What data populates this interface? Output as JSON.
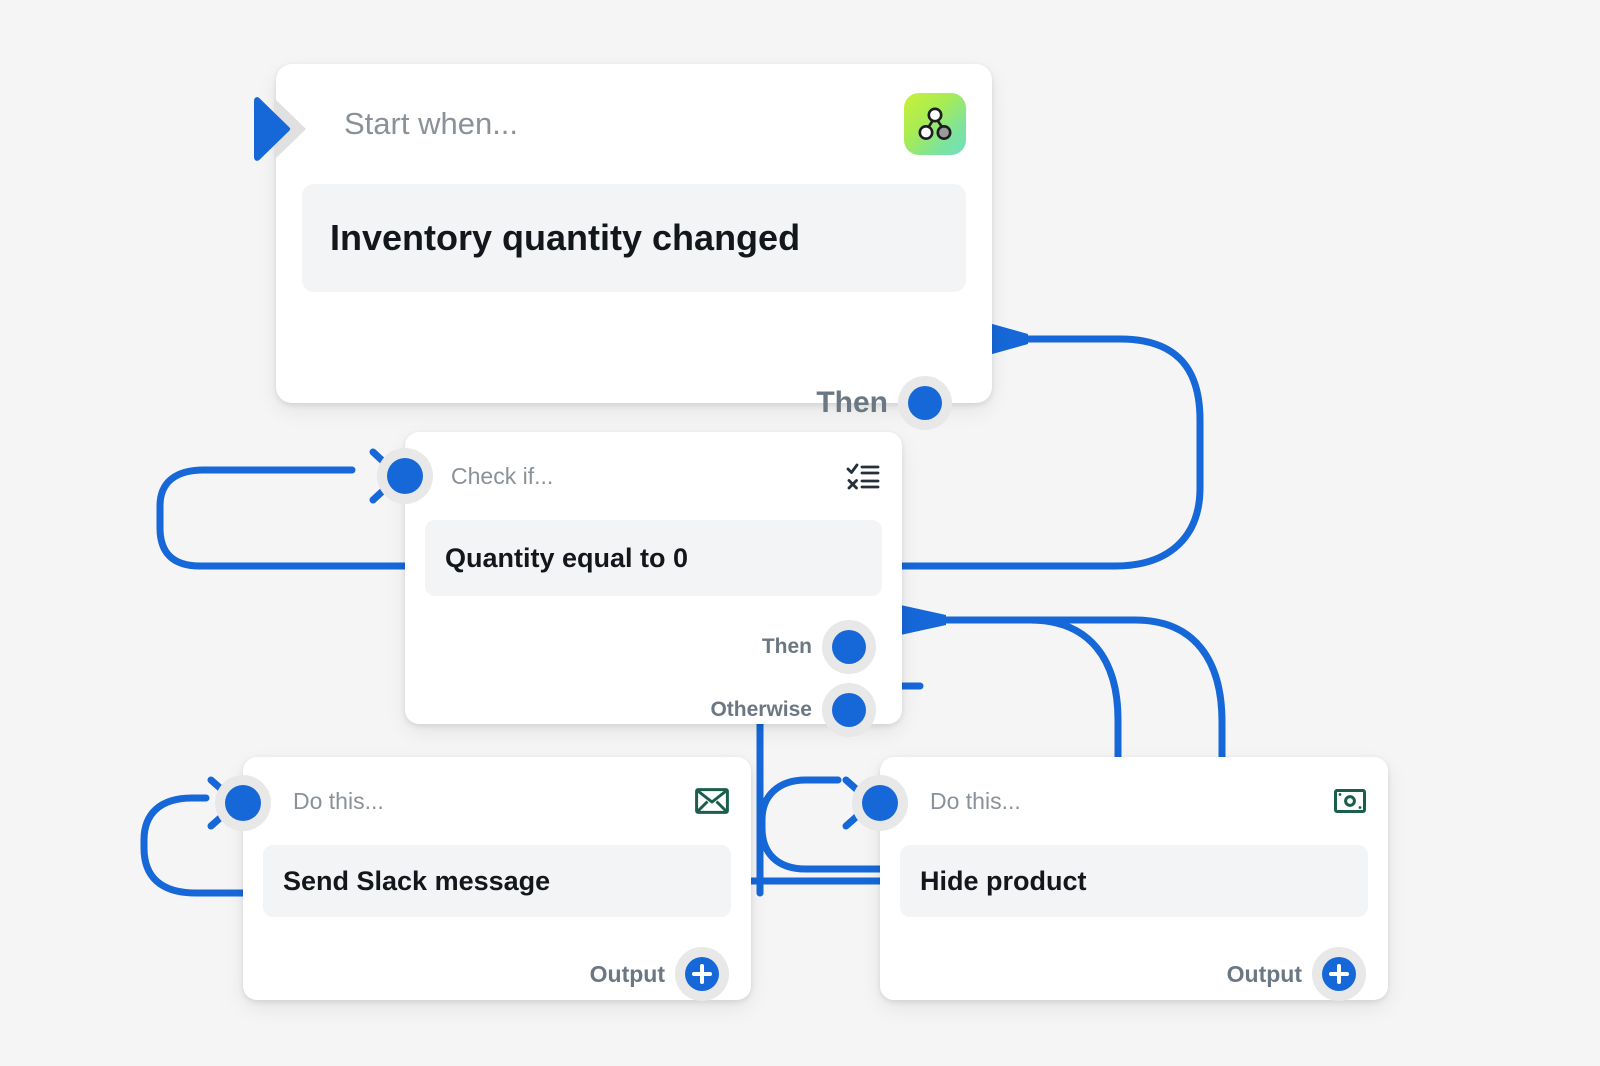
{
  "canvas": {
    "background_color": "#f5f5f5",
    "accent_color": "#1668d8",
    "wire_color": "#1668d8",
    "title_color": "#8a9199"
  },
  "nodes": [
    {
      "id": "trigger",
      "kind": "trigger",
      "header_label": "Start when...",
      "value": "Inventory quantity changed",
      "icon": "workflow-nodes-icon",
      "icon_style": "gradient-tile",
      "ports_out": [
        {
          "label": "Then",
          "type": "connected"
        }
      ],
      "ports_in": [
        {
          "type": "trigger-arrow"
        }
      ]
    },
    {
      "id": "condition",
      "kind": "condition",
      "header_label": "Check if...",
      "value": "Quantity equal to 0",
      "icon": "checklist-icon",
      "icon_style": "outline-dark",
      "ports_out": [
        {
          "label": "Then",
          "type": "connected"
        },
        {
          "label": "Otherwise",
          "type": "connected"
        }
      ],
      "ports_in": [
        {
          "type": "arrow-socket"
        }
      ]
    },
    {
      "id": "action-slack",
      "kind": "action",
      "header_label": "Do this...",
      "value": "Send Slack message",
      "icon": "envelope-icon",
      "icon_style": "outline-green",
      "ports_out": [
        {
          "label": "Output",
          "type": "add"
        }
      ],
      "ports_in": [
        {
          "type": "arrow-socket"
        }
      ]
    },
    {
      "id": "action-hide",
      "kind": "action",
      "header_label": "Do this...",
      "value": "Hide product",
      "icon": "banknote-icon",
      "icon_style": "outline-green",
      "ports_out": [
        {
          "label": "Output",
          "type": "add"
        }
      ],
      "ports_in": [
        {
          "type": "arrow-socket"
        }
      ]
    }
  ],
  "labels": {
    "start_when": "Start when...",
    "check_if": "Check if...",
    "do_this": "Do this...",
    "then": "Then",
    "otherwise": "Otherwise",
    "output": "Output"
  },
  "values": {
    "trigger_value": "Inventory quantity changed",
    "condition_value": "Quantity equal to 0",
    "slack_value": "Send Slack message",
    "hide_value": "Hide product"
  },
  "colors": {
    "accent_blue": "#1668d8",
    "icon_green": "#1a5e4b",
    "card_white": "#ffffff",
    "field_gray": "#f3f4f5",
    "socket_gray": "#e8e8e8",
    "muted_text": "#8a9199",
    "port_text": "#6b7783",
    "value_text": "#13161a"
  }
}
